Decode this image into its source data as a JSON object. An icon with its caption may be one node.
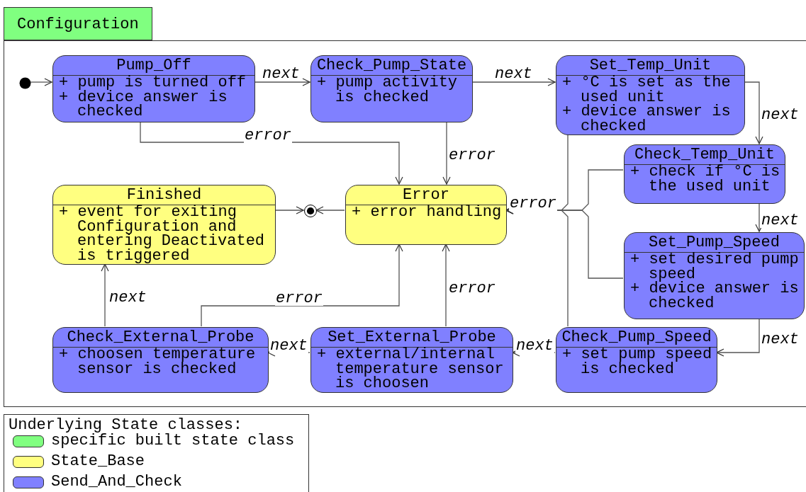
{
  "diagram": {
    "nodes": [
      {
        "text": [
          "Configuration"
        ]
      },
      {
        "text": [],
        "shape": "circle",
        "in": 0
      },
      {
        "text": [
          "Pump_Off",
          "+ pump is turned off",
          "+ device answer is checked"
        ],
        "in": 0
      },
      {
        "text": [
          "Check_Pump_State",
          "+ pump activity is checked"
        ],
        "in": 0
      },
      {
        "text": [
          "Set_Temp_Unit",
          "+ °C is set as the used unit",
          "+ device answer is checked"
        ],
        "in": 0
      },
      {
        "text": [
          "Check_Temp_Unit",
          "+ check if °C is the used unit"
        ],
        "in": 0
      },
      {
        "text": [
          "Finished",
          "+ event for exiting Configuration and entering Deactivated is triggered"
        ],
        "in": 0
      },
      {
        "text": [],
        "shape": "circle",
        "in": 0
      },
      {
        "text": [
          "Error",
          "+ error handling"
        ],
        "in": 0
      },
      {
        "text": [
          "Set_Pump_Speed",
          "+ set desired pump speed",
          "+ device answer is checked"
        ],
        "in": 0
      },
      {
        "text": [
          "Check_External_Probe",
          "+ choosen temperature sensor is checked"
        ],
        "in": 0
      },
      {
        "text": [
          "Set_External_Probe",
          "+ external/internal temperature sensor is choosen"
        ],
        "in": 0
      },
      {
        "text": [
          "Check_Pump_Speed",
          "+ set pump speed is checked"
        ],
        "in": 0
      }
    ],
    "edges": [
      {
        "from": 1,
        "to": 2,
        "arrow": "to"
      },
      {
        "from": 2,
        "to": 3,
        "label": "next",
        "arrow": "to"
      },
      {
        "from": 3,
        "to": 4,
        "label": "next",
        "arrow": "to"
      },
      {
        "from": 4,
        "to": 5,
        "label": "next",
        "arrow": "to"
      },
      {
        "from": 5,
        "to": 9,
        "label": "next",
        "arrow": "to"
      },
      {
        "from": 9,
        "to": 12,
        "label": "next",
        "arrow": "to"
      },
      {
        "from": 12,
        "to": 11,
        "label": "next",
        "arrow": "to"
      },
      {
        "from": 11,
        "to": 10,
        "label": "next",
        "arrow": "to"
      },
      {
        "from": 10,
        "to": 6,
        "label": "next",
        "arrow": "to"
      },
      {
        "from": 2,
        "to": 8,
        "label": "error",
        "arrow": "to"
      },
      {
        "from": 3,
        "to": 8,
        "label": "error",
        "arrow": "to"
      },
      {
        "from": 4,
        "to": 8,
        "label": "error",
        "arrow": "to"
      },
      {
        "from": 12,
        "to": 8,
        "arrow": "to"
      },
      {
        "from": 5,
        "to": 8,
        "arrow": "to"
      },
      {
        "from": 9,
        "to": 8,
        "arrow": "to"
      },
      {
        "from": 11,
        "to": 8,
        "label": "error",
        "arrow": "to"
      },
      {
        "from": 10,
        "to": 8,
        "label": "error",
        "arrow": "to"
      },
      {
        "from": 6,
        "to": 7,
        "arrow": "to"
      },
      {
        "from": 8,
        "to": 7,
        "arrow": "to"
      }
    ],
    "labels": [
      "Underlying State classes:"
    ],
    "legend": [
      {
        "text": "specific built state class",
        "color": "#80ff80"
      },
      {
        "text": "State_Base",
        "color": "#ffff80"
      },
      {
        "text": "Send_And_Check",
        "color": "#8080ff"
      }
    ]
  }
}
